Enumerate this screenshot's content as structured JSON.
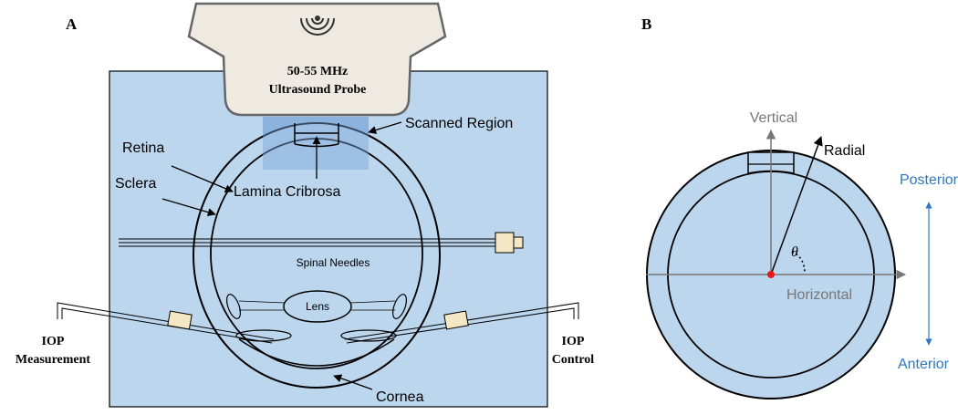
{
  "panelA": {
    "label": "A",
    "probe": {
      "line1": "50-55 MHz",
      "line2": "Ultrasound Probe"
    },
    "scanned_region": "Scanned Region",
    "retina": "Retina",
    "sclera": "Sclera",
    "lamina": "Lamina Cribrosa",
    "needles": "Spinal Needles",
    "lens": "Lens",
    "iop_left": {
      "line1": "IOP",
      "line2": "Measurement"
    },
    "iop_right": {
      "line1": "IOP",
      "line2": "Control"
    },
    "cornea": "Cornea"
  },
  "panelB": {
    "label": "B",
    "vertical": "Vertical",
    "radial": "Radial",
    "horizontal": "Horizontal",
    "theta": "θ",
    "posterior": "Posterior",
    "anterior": "Anterior"
  },
  "colors": {
    "tank": "#bcd6ee",
    "eye_fill": "#bcd6ee",
    "scanned": "#7da7d9",
    "probe": "#eeeae2",
    "connector": "#f5e6c4",
    "axis_gray": "#777777",
    "blue_text": "#2e78c0",
    "origin": "#e41a1c"
  }
}
